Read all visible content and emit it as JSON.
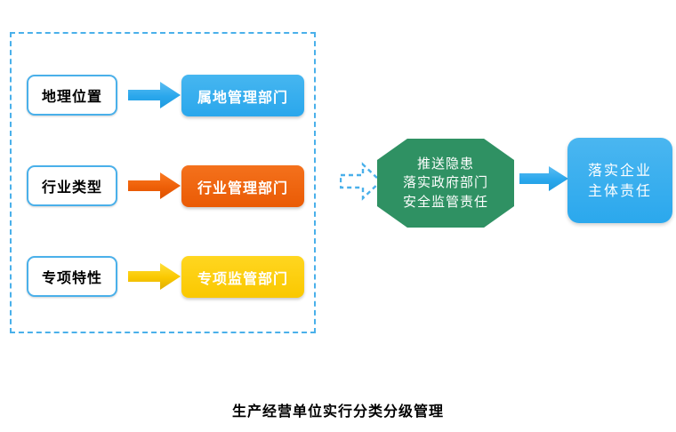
{
  "diagram": {
    "caption": "生产经营单位实行分类分级管理",
    "group": {
      "name": "classification-group",
      "border_style": "dashed",
      "border_color": "#4ab0ea"
    },
    "rows": [
      {
        "source_label": "地理位置",
        "target_label": "属地管理部门",
        "accent_color": "#2aa7ec",
        "arrow_color": "#2aa7ec"
      },
      {
        "source_label": "行业类型",
        "target_label": "行业管理部门",
        "accent_color": "#ea5b05",
        "arrow_color": "#ea5b05"
      },
      {
        "source_label": "专项特性",
        "target_label": "专项监管部门",
        "accent_color": "#fac800",
        "arrow_color": "#fac800"
      }
    ],
    "dashed_connector": {
      "name": "dashed-block-arrow",
      "color": "#4ab0ea"
    },
    "octagon": {
      "lines": [
        "推送隐患",
        "落实政府部门",
        "安全监管责任"
      ],
      "fill_color": "#2f9163",
      "text_color": "#ffffff"
    },
    "final_connector": {
      "name": "blue-block-arrow",
      "color": "#2aa7ec"
    },
    "result": {
      "lines": [
        "落实企业",
        "主体责任"
      ],
      "fill_color": "#2ba8ed",
      "text_color": "#ffffff"
    }
  }
}
